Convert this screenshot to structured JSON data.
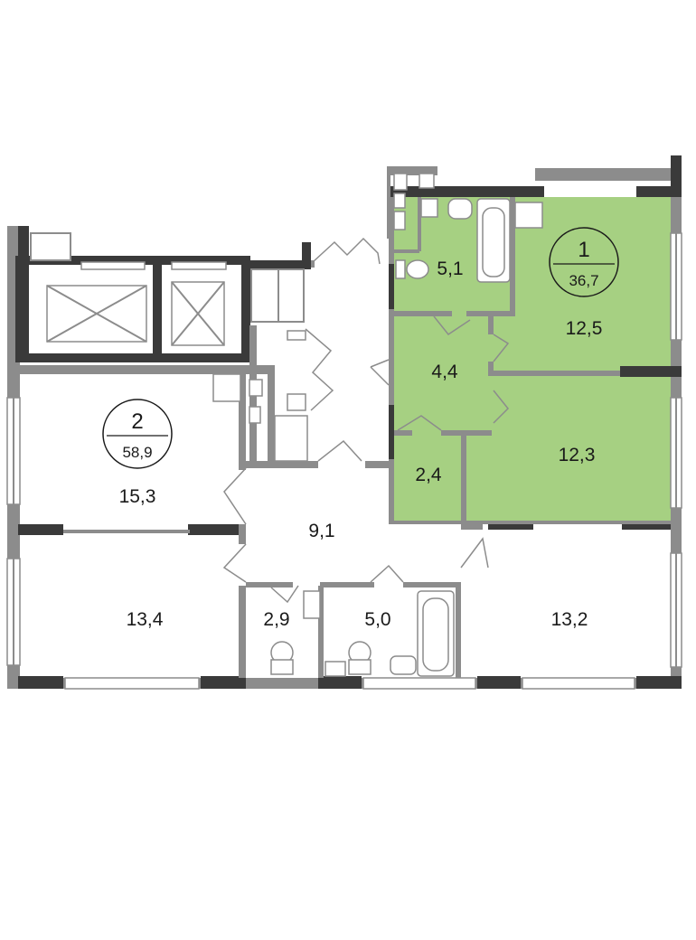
{
  "colors": {
    "highlight": "#a6d082",
    "wall": "#8c8c8c",
    "wall_dark": "#3a3a3a",
    "text": "#1a1a1a"
  },
  "apartments": [
    {
      "number": "1",
      "total_area": "36,7",
      "highlighted": true
    },
    {
      "number": "2",
      "total_area": "58,9",
      "highlighted": false
    }
  ],
  "rooms": {
    "apt1_bath": "5,1",
    "apt1_living": "12,5",
    "apt1_hall": "4,4",
    "apt1_storage": "2,4",
    "apt1_bedroom": "12,3",
    "apt2_room_top": "15,3",
    "apt2_room_bottom": "13,4",
    "apt2_hall": "9,1",
    "apt2_wc": "2,9",
    "apt2_bath": "5,0",
    "apt2_room_right": "13,2"
  }
}
